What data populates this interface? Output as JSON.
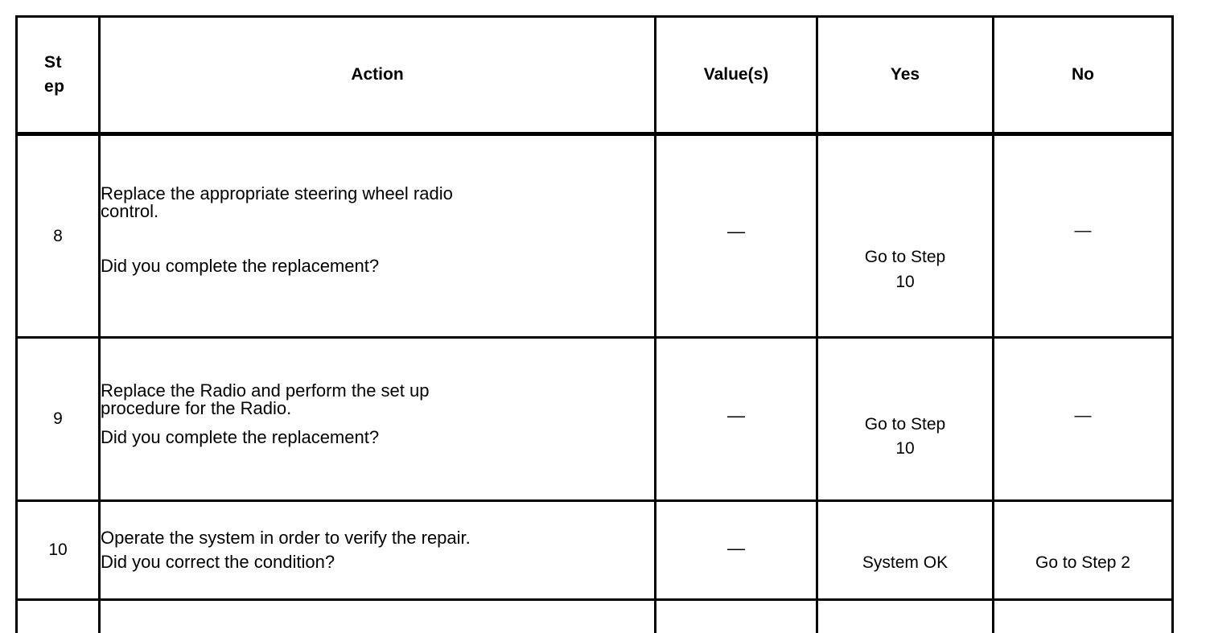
{
  "table": {
    "columns": [
      {
        "key": "step",
        "label": "Step",
        "label_wrapped": "Step"
      },
      {
        "key": "action",
        "label": "Action"
      },
      {
        "key": "value",
        "label": "Value(s)"
      },
      {
        "key": "yes",
        "label": "Yes"
      },
      {
        "key": "no",
        "label": "No"
      }
    ],
    "rows": [
      {
        "step": "8",
        "action_lines": [
          "Replace the appropriate steering wheel radio",
          "control."
        ],
        "action_question": "Did you complete the replacement?",
        "value": "—",
        "yes_lines": [
          "Go to Step",
          "10"
        ],
        "no": "—"
      },
      {
        "step": "9",
        "action_lines": [
          "Replace the Radio and perform the set up",
          "procedure for the Radio."
        ],
        "action_question": "Did you complete the replacement?",
        "value": "—",
        "yes_lines": [
          "Go to Step",
          "10"
        ],
        "no": "—"
      },
      {
        "step": "10",
        "action_lines": [
          "Operate the system in order to verify the repair."
        ],
        "action_question": "Did you correct the condition?",
        "value": "—",
        "yes_lines": [
          "System OK"
        ],
        "no": "Go to Step 2"
      }
    ]
  },
  "colors": {
    "border": "#000000",
    "text": "#000000",
    "background": "#ffffff"
  }
}
